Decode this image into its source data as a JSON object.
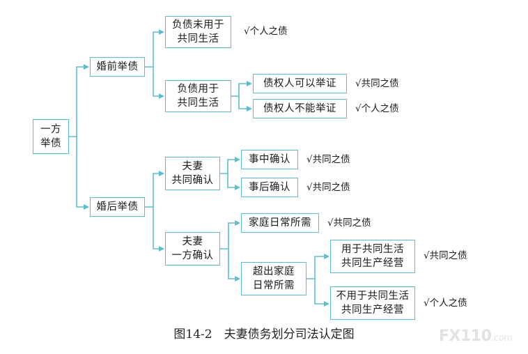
{
  "nodes": {
    "root": "一方\n举债",
    "premarital": "婚前举债",
    "premarital_not_common": "负债未用于\n共同生活",
    "premarital_common": "负债用于\n共同生活",
    "creditor_can_prove": "债权人可以举证",
    "creditor_cannot_prove": "债权人不能举证",
    "postmarital": "婚后举债",
    "joint_confirm": "夫妻\n共同确认",
    "confirm_during": "事中确认",
    "confirm_after": "事后确认",
    "single_confirm": "夫妻\n一方确认",
    "daily_needs": "家庭日常所需",
    "beyond_daily": "超出家庭\n日常所需",
    "used_for_common": "用于共同生活\n共同生产经营",
    "not_used_for_common": "不用于共同生活\n共同生产经营"
  },
  "results": {
    "premarital_not_common": "√个人之债",
    "creditor_can_prove": "√共同之债",
    "creditor_cannot_prove": "√个人之债",
    "confirm_during": "√共同之债",
    "confirm_after": "√共同之债",
    "daily_needs": "√共同之债",
    "used_for_common": "√共同之债",
    "not_used_for_common": "√个人之债"
  },
  "caption": "图14-2　夫妻债务划分司法认定图",
  "watermark": {
    "main": "FX110",
    "suffix": ".com"
  },
  "colors": {
    "connector": "#5bbdd4",
    "box_border": "#5bbdd4"
  }
}
